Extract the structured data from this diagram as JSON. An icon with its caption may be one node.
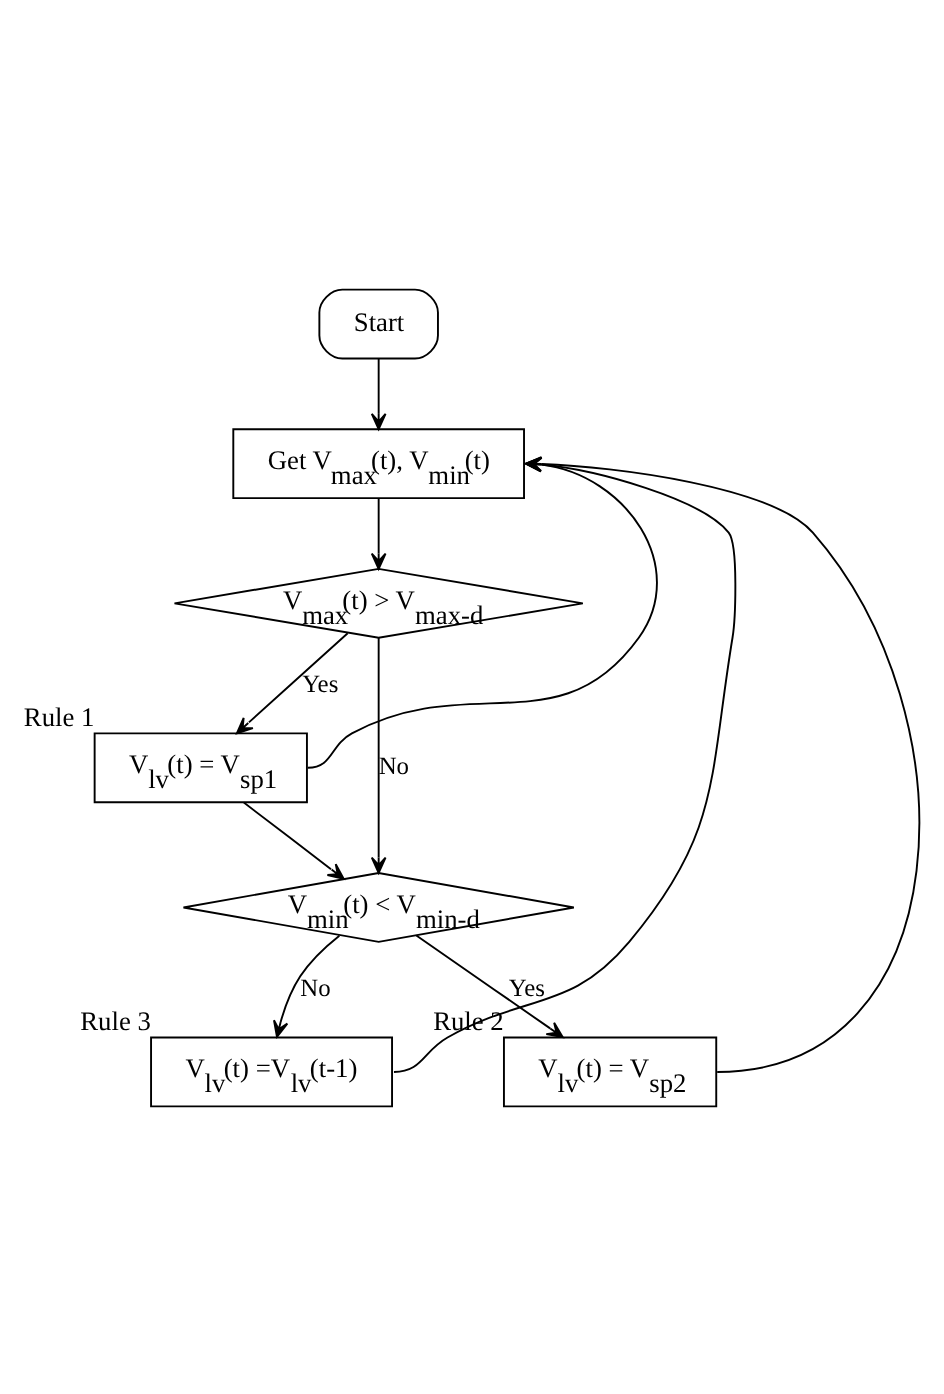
{
  "diagram": {
    "nodes": [
      {
        "text": [
          "Start"
        ]
      },
      {
        "text": [
          "Get V$_{max}$(t), V$_{min}$(t)"
        ]
      },
      {
        "text": [
          "V$_{max}$(t) > V$_{max-d}$"
        ]
      },
      {
        "text": [
          "V$_{lv}$(t) = V$_{sp1}$"
        ],
        "beside": [
          "Rule 1"
        ]
      },
      {
        "text": [
          "V$_{min}$(t) < V$_{min-d}$"
        ]
      },
      {
        "text": [
          "V$_{lv}$(t) =V$_{lv}$(t-1)"
        ],
        "beside": [
          "Rule 3"
        ]
      },
      {
        "text": [
          "V$_{lv}$(t) = V$_{sp2}$"
        ],
        "beside": [
          "Rule 2"
        ]
      }
    ],
    "edges": [
      {
        "from": 0,
        "to": 1,
        "arrow": "to"
      },
      {
        "from": 1,
        "to": 2,
        "arrow": "to"
      },
      {
        "from": 2,
        "to": 3,
        "arrow": "to",
        "label": "Yes"
      },
      {
        "from": 2,
        "to": 4,
        "arrow": "to",
        "label": "No"
      },
      {
        "from": 3,
        "to": 4,
        "arrow": "to"
      },
      {
        "from": 4,
        "to": 5,
        "arrow": "to",
        "label": "No"
      },
      {
        "from": 4,
        "to": 6,
        "arrow": "to",
        "label": "Yes"
      },
      {
        "from": 3,
        "to": 1,
        "arrow": "to"
      },
      {
        "from": 5,
        "to": 1,
        "arrow": "to"
      },
      {
        "from": 6,
        "to": 1,
        "arrow": "to"
      }
    ]
  }
}
